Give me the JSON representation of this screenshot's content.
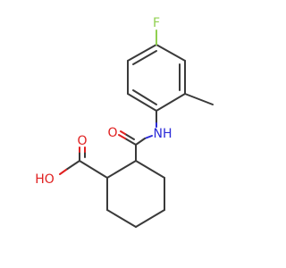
{
  "molecule": {
    "atoms": {
      "fluorine": "F",
      "amide_nitrogen": "NH",
      "carbonyl_oxygen": "O",
      "acid_hydroxyl": "HO",
      "acid_oxygen": "O"
    },
    "colors": {
      "bond": "#3a3a3a",
      "oxygen": "#e02020",
      "nitrogen": "#2a2ad8",
      "fluorine": "#90d050"
    }
  }
}
